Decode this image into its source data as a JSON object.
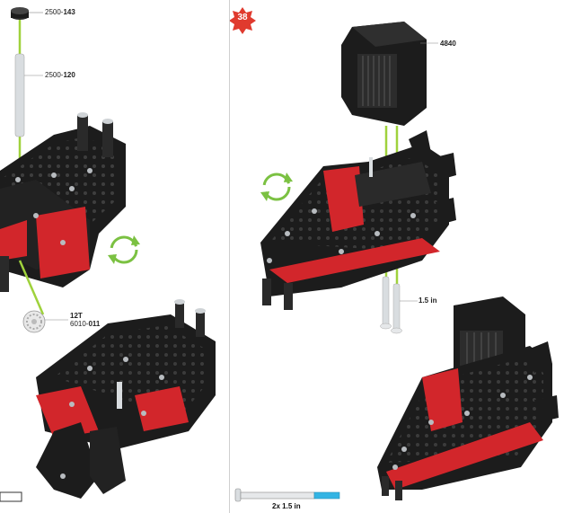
{
  "page": {
    "step_number": "38"
  },
  "labels": {
    "standoff_nut": {
      "prefix": "2500-",
      "code": "143"
    },
    "standoff_rod": {
      "prefix": "2500-",
      "code": "120"
    },
    "gear": {
      "size": "12T",
      "prefix": "6010-",
      "code": "011"
    },
    "servo": {
      "code": "4840"
    },
    "screw": {
      "size": "1.5 in"
    },
    "callout": {
      "qty": "2x",
      "size": "1.5 in"
    }
  },
  "colors": {
    "accent_red": "#d2262b",
    "step_red": "#e03a2e",
    "frame_black": "#1c1c1c",
    "axis_green": "#9fd23c",
    "rotate_green": "#7bc142",
    "screw_blue": "#33b4e4",
    "metal_silver": "#d9dde0"
  }
}
